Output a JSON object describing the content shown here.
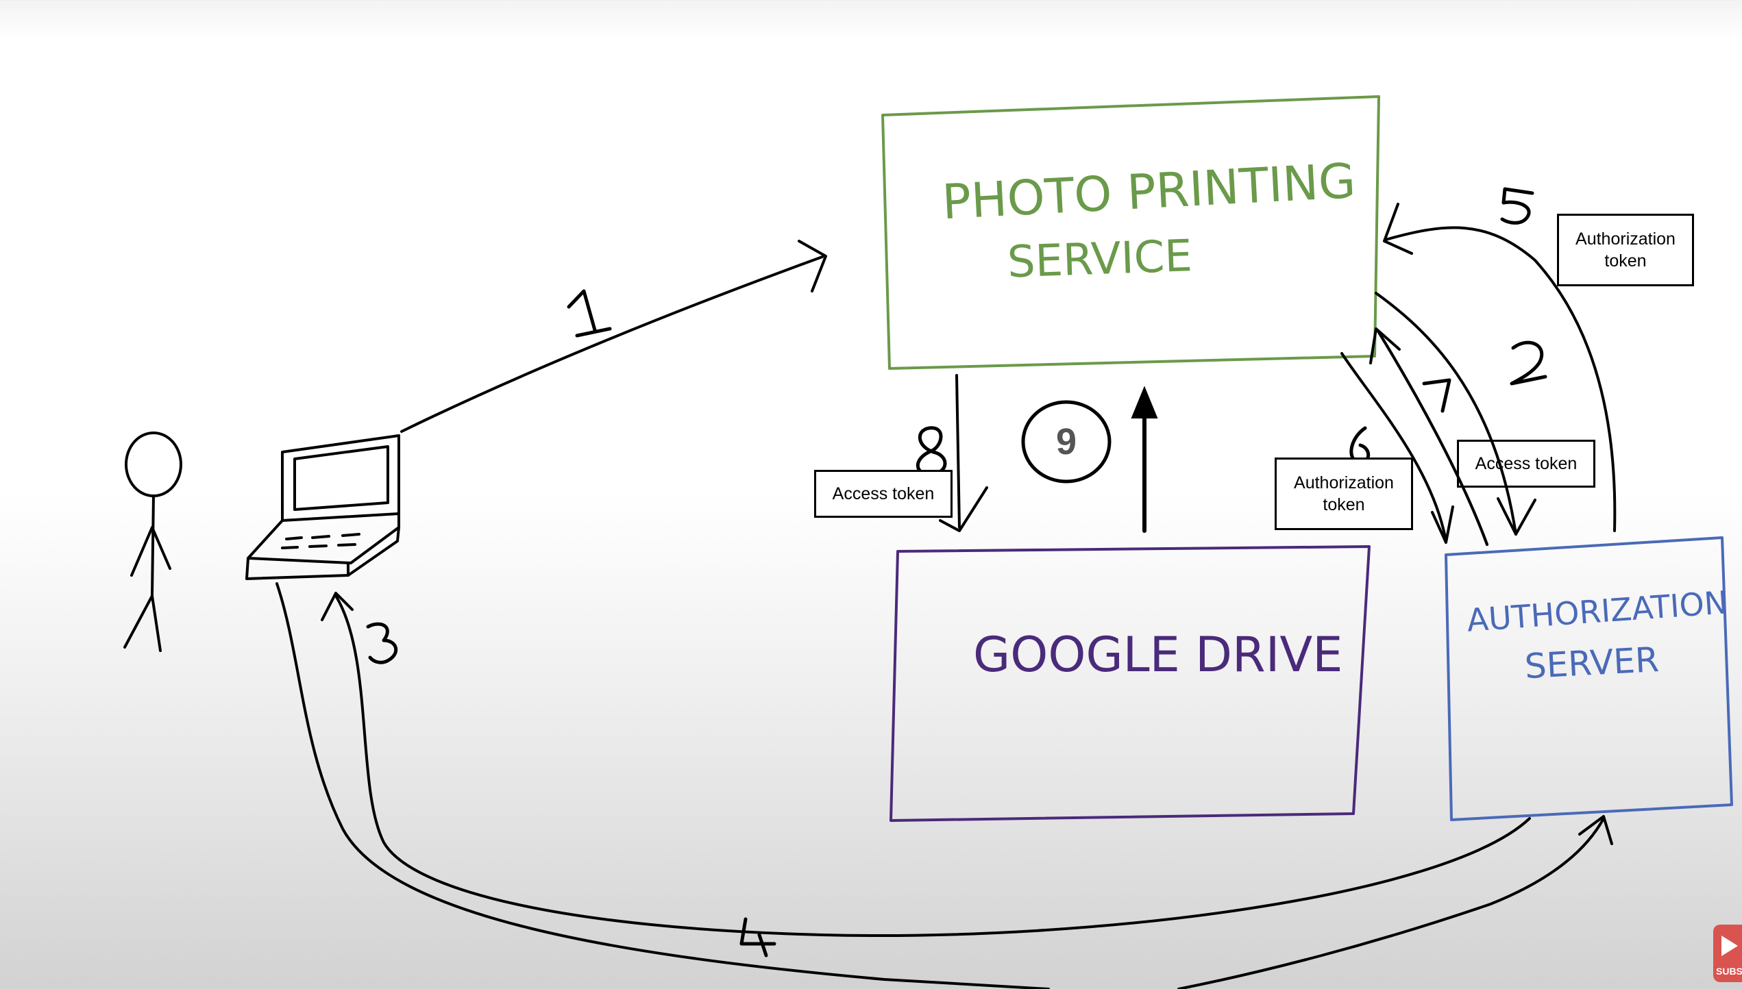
{
  "diagram": {
    "boxes": {
      "photo_printing": {
        "line1": "PHOTO   PRINTING",
        "line2": "SERVICE",
        "color": "#6a9a4a"
      },
      "google_drive": {
        "label": "GOOGLE   DRIVE",
        "color": "#4a2a7a"
      },
      "authorization_server": {
        "line1": "AUTHORIZATION",
        "line2": "SERVER",
        "color": "#4a6ab8"
      }
    },
    "step_numbers": {
      "s1": "1",
      "s2": "2",
      "s3": "3",
      "s4": "4",
      "s5": "5",
      "s6": "6",
      "s7": "7",
      "s8": "8",
      "s9": "9"
    },
    "token_labels": {
      "auth_token_top": "Authorization\ntoken",
      "access_token_left": "Access token",
      "auth_token_mid": "Authorization\ntoken",
      "access_token_right": "Access token"
    }
  },
  "channel_badge": {
    "label": "SUBSCRIBE",
    "color": "#d9534f"
  }
}
